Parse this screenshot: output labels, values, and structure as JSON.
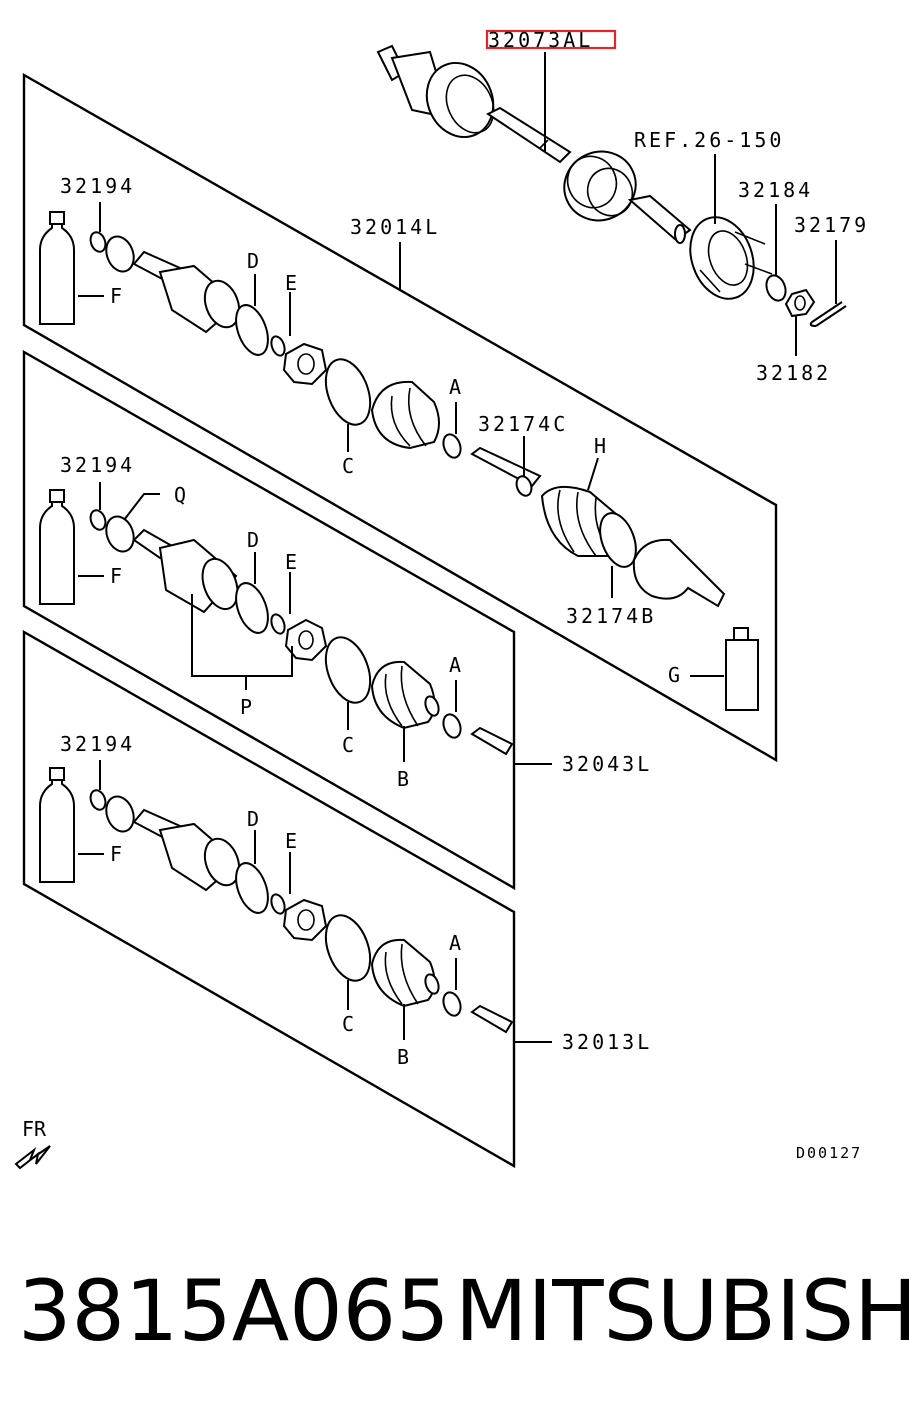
{
  "main_part": "32073AL",
  "ref": "REF.26-150",
  "labels": {
    "hub_washer": "32184",
    "cotter_pin": "32179",
    "hub_nut": "32182",
    "assy_top": "32014L",
    "assy_mid": "32043L",
    "assy_bottom": "32013L",
    "ring_1": "32194",
    "ring_2": "32194",
    "ring_3": "32194",
    "band_small": "32174C",
    "band_large": "32174B"
  },
  "letters": {
    "grease": "F",
    "grease_g": "G",
    "ring_d": "D",
    "ring_e": "E",
    "band_c": "C",
    "clamp_a": "A",
    "boot_b": "B",
    "boot_h": "H",
    "kit_p": "P",
    "ring_q": "Q"
  },
  "fr": "FR",
  "code": "D00127",
  "footer": {
    "part_number": "3815A065",
    "brand": "MITSUBISHI"
  },
  "colors": {
    "highlight": "#e0262b",
    "ink": "#000000"
  }
}
